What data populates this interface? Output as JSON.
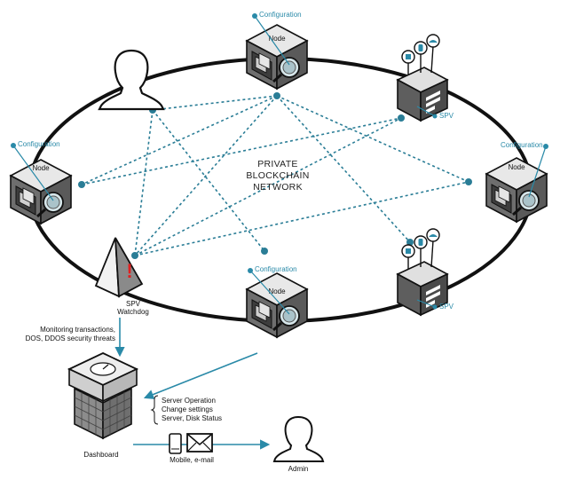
{
  "network_title": [
    "PRIVATE",
    "BLOCKCHAIN",
    "NETWORK"
  ],
  "node_label": "Node",
  "configuration_label": "Configuration",
  "spv_label": "SPV",
  "watchdog_label": [
    "SPV",
    "Watchdog"
  ],
  "warning_symbol": "!",
  "monitoring_note": [
    "Monitoring transactions,",
    "DOS, DDOS security threats"
  ],
  "dashboard_note": [
    "Server Operation",
    "Change settings",
    "Server, Disk Status"
  ],
  "dashboard_label": "Dashboard",
  "channel_label": "Mobile, e-mail",
  "admin_label": "Admin",
  "colors": {
    "accent": "#2a8aa8",
    "dash": "#2a7d96",
    "warning": "#e02020",
    "ink": "#111111"
  }
}
